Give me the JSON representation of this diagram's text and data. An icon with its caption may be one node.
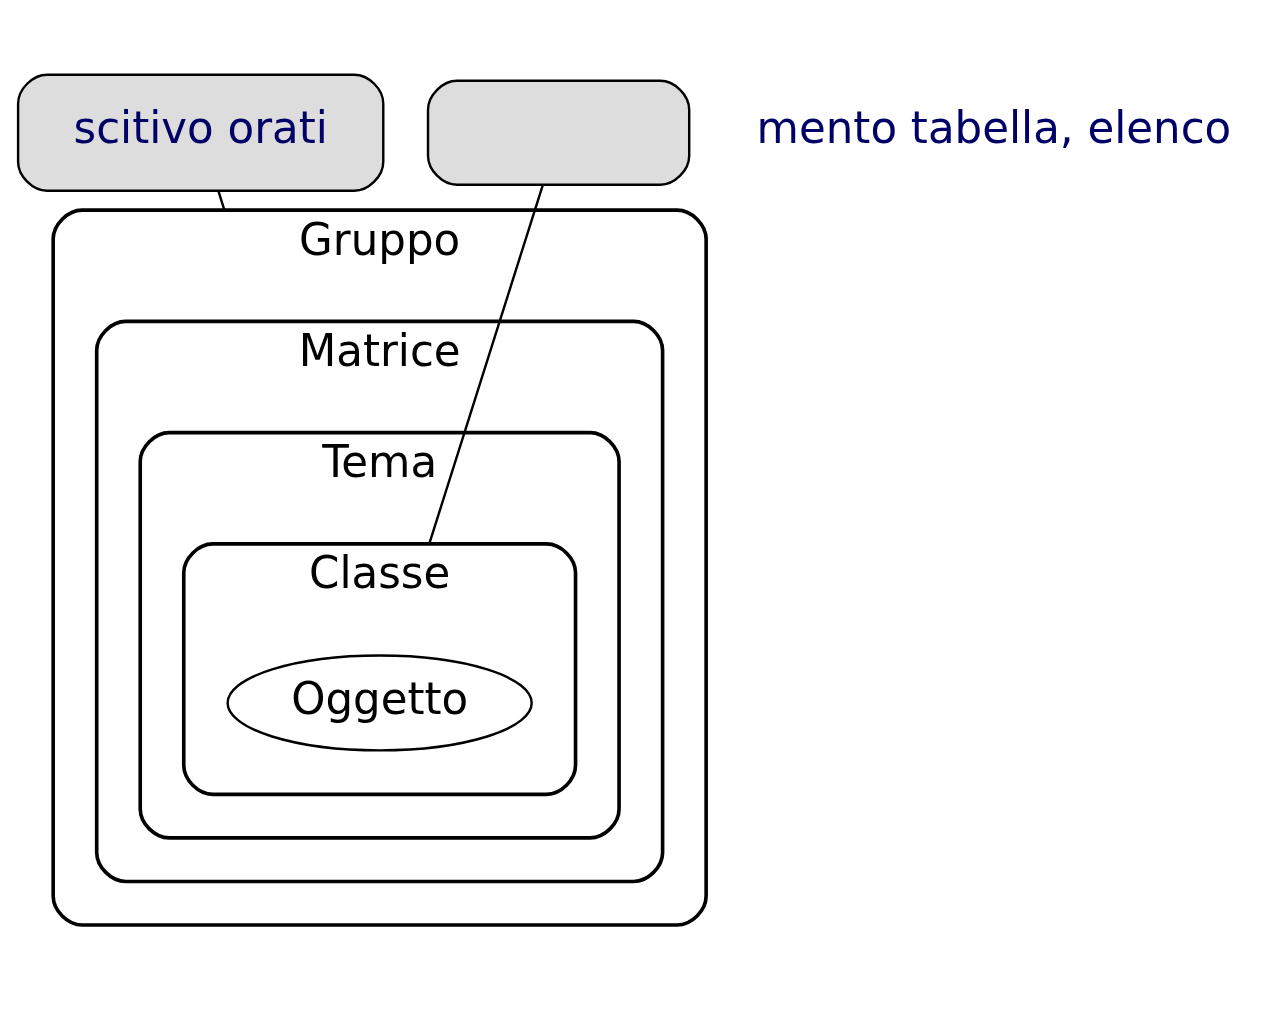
{
  "diagram": {
    "nodes": [
      {
        "text": [
          "Gruppo"
        ]
      },
      {
        "text": [
          "Matrice"
        ],
        "in": 0
      },
      {
        "text": [
          "Tema"
        ],
        "in": 1
      },
      {
        "text": [
          "Classe"
        ],
        "in": 2
      },
      {
        "text": [
          "Oggetto"
        ],
        "in": 3
      },
      {
        "text": [
          "scitivo orati"
        ]
      },
      {
        "text": [],
        "shape": "box"
      }
    ],
    "edges": [
      {
        "from": 5,
        "to": 0,
        "arrow": "none"
      },
      {
        "from": 6,
        "to": 3,
        "arrow": "none"
      }
    ],
    "labels": [
      "mento tabella, elenco"
    ]
  }
}
